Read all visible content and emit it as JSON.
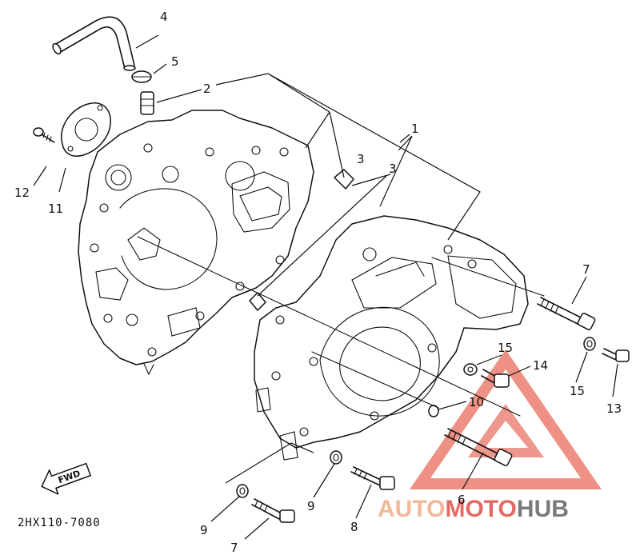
{
  "diagram": {
    "drawing_code": "2HX110-7080",
    "fwd_label": "FWD",
    "callouts": {
      "c1": "1",
      "c2": "2",
      "c3a": "3",
      "c3b": "3",
      "c4": "4",
      "c5": "5",
      "c6": "6",
      "c7a": "7",
      "c7b": "7",
      "c8": "8",
      "c9a": "9",
      "c9b": "9",
      "c10": "10",
      "c11": "11",
      "c12": "12",
      "c13": "13",
      "c14": "14",
      "c15a": "15",
      "c15b": "15"
    },
    "parts": [
      "crankcase-left",
      "crankcase-right",
      "breather-hose",
      "hose-clip",
      "breather-nipple",
      "dowel-pin",
      "bolt",
      "washer",
      "o-ring",
      "gasket",
      "screw"
    ]
  },
  "watermark": {
    "part1": "AUTO",
    "part2": "MOTO",
    "part3": "HUB",
    "colors": {
      "auto": "#f2b89a",
      "moto": "#e26a62",
      "hub": "#7a7a7a",
      "triangle": "#e4533f"
    }
  }
}
